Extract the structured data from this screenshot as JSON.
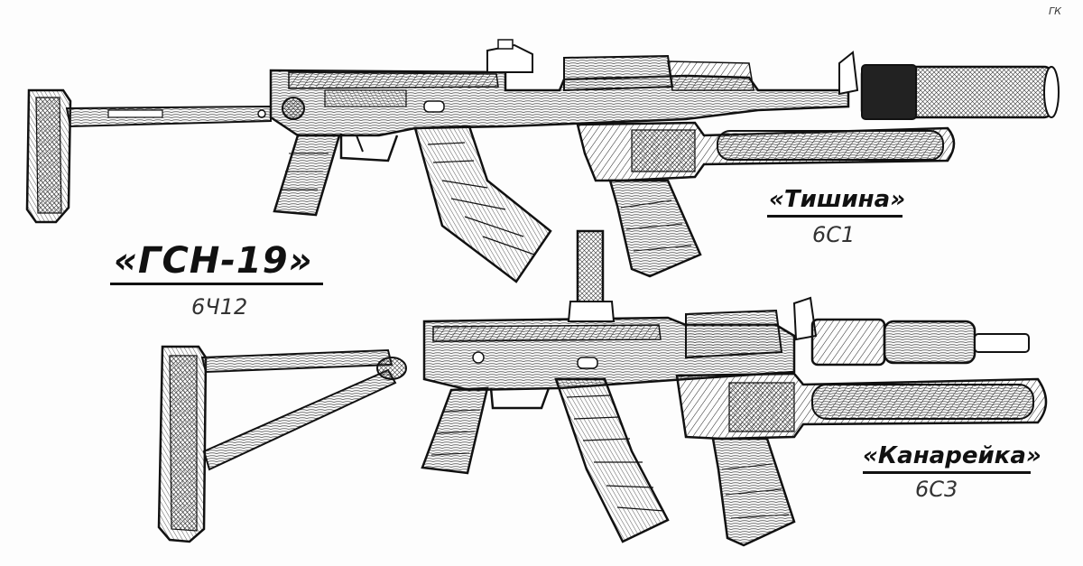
{
  "signature": "ГК",
  "rifles": [
    {
      "name": "«ГСН-19»",
      "code": "6Ч12"
    }
  ],
  "silencers": [
    {
      "name": "«Тишина»",
      "code": "6С1"
    },
    {
      "name": "«Канарейка»",
      "code": "6С3"
    }
  ]
}
